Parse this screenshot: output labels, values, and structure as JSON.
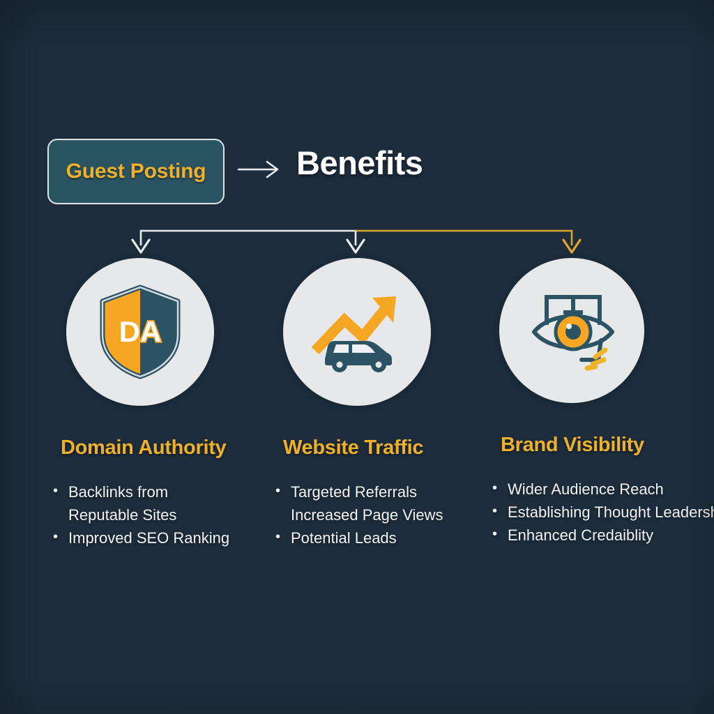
{
  "theme": {
    "background": "#1d2d3c",
    "chip_fill": "#2b5462",
    "chip_border": "#dfe6ea",
    "accent_amber": "#efb12b",
    "accent_amber_deep": "#f5a623",
    "teal_dark": "#2c5364",
    "text_white": "#f2f4f6",
    "disc_fill": "#e6e8ea"
  },
  "header": {
    "source_label": "Guest Posting",
    "arrow_icon": "arrow-right-icon",
    "title": "Benefits"
  },
  "connector": {
    "style": "bracket-tree",
    "left_segment_color": "#e8edf0",
    "right_segment_color": "#d9a62a",
    "branch_count": 3,
    "arrowhead_colors": [
      "#e8edf0",
      "#e8edf0",
      "#e8a72a"
    ]
  },
  "columns": [
    {
      "id": "domain-authority",
      "icon": "shield-da-icon",
      "icon_caption": "DA",
      "heading": "Domain Authority",
      "bullets": [
        {
          "text": "Backlinks from",
          "marker": true
        },
        {
          "text": "Reputable Sites",
          "marker": false
        },
        {
          "text": "Improved SEO Ranking",
          "marker": true
        }
      ]
    },
    {
      "id": "website-traffic",
      "icon": "traffic-growth-car-icon",
      "icon_caption": "",
      "heading": "Website Traffic",
      "bullets": [
        {
          "text": "Targeted Referrals",
          "marker": true
        },
        {
          "text": "Increased Page Views",
          "marker": false
        },
        {
          "text": "Potential Leads",
          "marker": true
        }
      ]
    },
    {
      "id": "brand-visibility",
      "icon": "eye-visibility-icon",
      "icon_caption": "",
      "heading": "Brand Visibility",
      "bullets": [
        {
          "text": "Wider Audience Reach",
          "marker": true
        },
        {
          "text": "Establishing Thought Leadership",
          "marker": true
        },
        {
          "text": "Enhanced Credaiblity",
          "marker": true
        }
      ]
    }
  ]
}
